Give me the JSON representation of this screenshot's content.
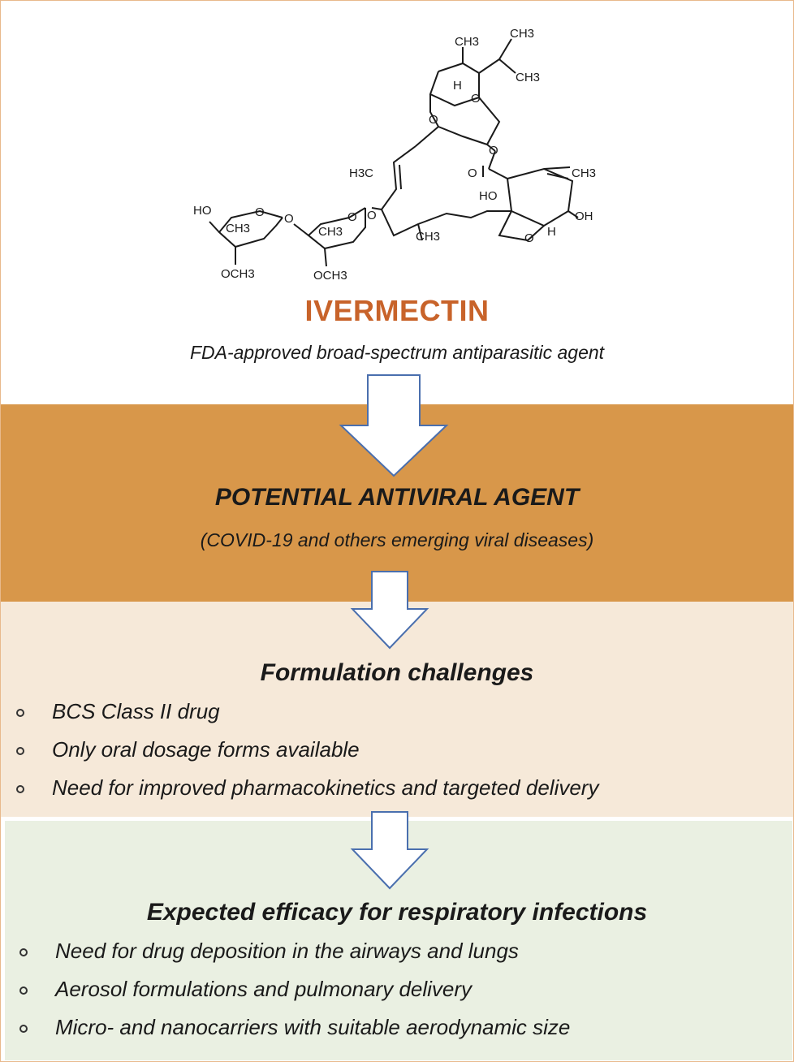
{
  "molecule": {
    "labels": {
      "ch3_top": "CH3",
      "ch2ch3": "CH3",
      "ch3_side": "CH3",
      "h_top": "H",
      "o_ring": "O",
      "o_spiro": "O",
      "o_ester": "O",
      "o_carbonyl": "O",
      "h3c": "H3C",
      "ho_ring": "HO",
      "ch3_right": "CH3",
      "oh_right": "OH",
      "h_right": "H",
      "o_furan": "O",
      "ch3_mid": "CH3",
      "o_link": "O",
      "ho_left": "HO",
      "o_sugar1": "O",
      "ch3_sugar1": "CH3",
      "o_glyc": "O",
      "o_sugar2": "O",
      "ch3_sugar2": "CH3",
      "och3_left": "OCH3",
      "och3_mid": "OCH3"
    }
  },
  "title": "IVERMECTIN",
  "subtitle": "FDA-approved broad-spectrum antiparasitic agent",
  "antiviral": {
    "heading": "POTENTIAL ANTIVIRAL AGENT",
    "note": "(COVID-19 and others emerging viral diseases)"
  },
  "formulation": {
    "heading": "Formulation challenges",
    "items": [
      "BCS Class II drug",
      "Only oral dosage forms available",
      "Need for improved pharmacokinetics and targeted delivery"
    ]
  },
  "efficacy": {
    "heading": "Expected efficacy for respiratory infections",
    "items": [
      "Need for drug deposition in the airways and lungs",
      "Aerosol formulations and pulmonary delivery",
      "Micro- and nanocarriers with suitable aerodynamic size"
    ]
  },
  "colors": {
    "title": "#c8632a",
    "band_orange": "#d8974a",
    "band_beige": "#f6e9d9",
    "band_green": "#eaf0e2",
    "arrow_stroke": "#4a6fae"
  },
  "icons": [
    "down-arrow-icon",
    "bullet-circle-icon"
  ]
}
